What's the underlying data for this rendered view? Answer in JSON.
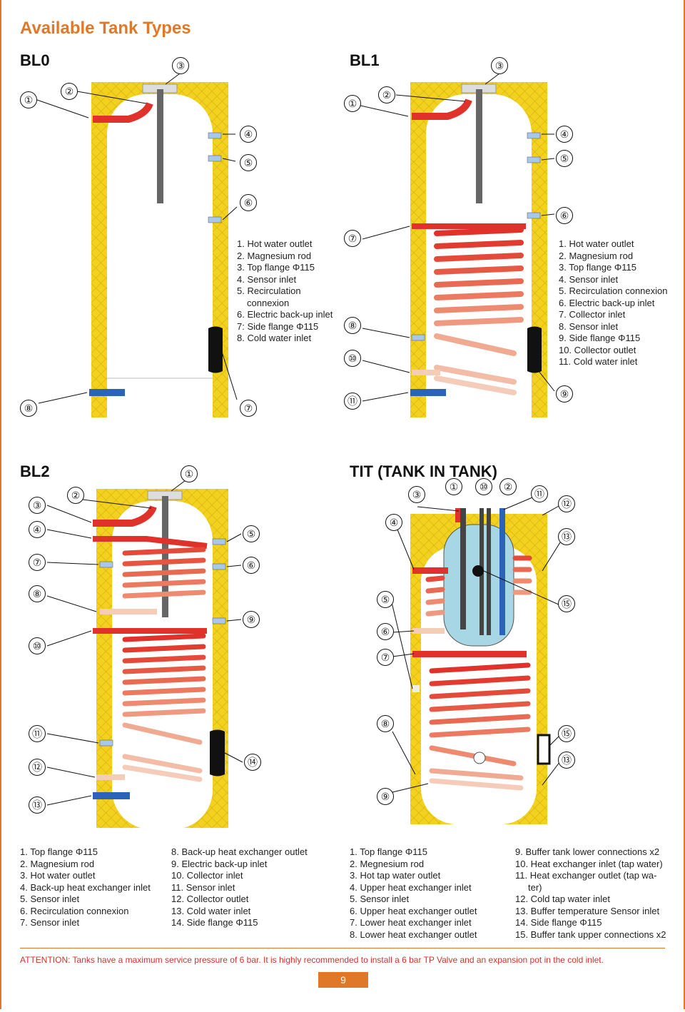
{
  "page_title": "Available Tank Types",
  "colors": {
    "accent": "#e0782a",
    "insulation": "#f3d21f",
    "hot": "#e0322a",
    "cold": "#2b63b8",
    "attention": "#d3322a"
  },
  "bl0": {
    "name": "BL0",
    "legend": [
      "1. Hot water outlet",
      "2. Magnesium rod",
      "3. Top flange Φ115",
      "4. Sensor inlet",
      "5. Recirculation",
      "connexion",
      "6. Electric back-up inlet",
      "7: Side flange Φ115",
      "8. Cold water inlet"
    ]
  },
  "bl1": {
    "name": "BL1",
    "legend": [
      "1. Hot water outlet",
      "2. Magnesium rod",
      "3. Top flange Φ115",
      "4. Sensor inlet",
      "5. Recirculation connexion",
      "6. Electric back-up inlet",
      "7. Collector inlet",
      "8. Sensor inlet",
      "9. Side flange Φ115",
      "10. Collector outlet",
      "11. Cold water inlet"
    ]
  },
  "bl2": {
    "name": "BL2",
    "legend_col1": [
      "1. Top flange Φ115",
      "2. Magnesium rod",
      "3. Hot water outlet",
      "4. Back-up heat exchanger inlet",
      "5. Sensor inlet",
      "6. Recirculation connexion",
      "7. Sensor inlet"
    ],
    "legend_col2": [
      "8. Back-up heat exchanger outlet",
      "9. Electric back-up inlet",
      "10. Collector inlet",
      "11. Sensor inlet",
      "12. Collector outlet",
      "13. Cold water inlet",
      "14. Side flange Φ115"
    ]
  },
  "tit": {
    "name": "TIT (TANK IN TANK)",
    "legend_col1": [
      "1. Top flange Φ115",
      "2. Megnesium rod",
      "3. Hot tap water outlet",
      "4. Upper heat exchanger inlet",
      "5. Sensor inlet",
      "6. Upper heat exchanger outlet",
      "7. Lower heat exchanger inlet",
      "8. Lower heat exchanger outlet"
    ],
    "legend_col2": [
      "9. Buffer tank lower connections x2",
      "10. Heat exchanger inlet (tap water)",
      "11. Heat exchanger outlet (tap wa-",
      "ter)",
      "12. Cold tap water inlet",
      "13. Buffer temperature Sensor inlet",
      "14. Side flange Φ115",
      "15. Buffer tank upper connections x2"
    ]
  },
  "callouts": {
    "n1": "①",
    "n2": "②",
    "n3": "③",
    "n4": "④",
    "n5": "⑤",
    "n6": "⑥",
    "n7": "⑦",
    "n8": "⑧",
    "n9": "⑨",
    "n10": "⑩",
    "n11": "⑪",
    "n12": "⑫",
    "n13": "⑬",
    "n14": "⑭",
    "n15": "⑮"
  },
  "attention": "ATTENTION: Tanks have a maximum service pressure of 6 bar. It is highly recommended to install a 6 bar TP Valve and an expansion pot in the cold inlet.",
  "page_number": "9"
}
